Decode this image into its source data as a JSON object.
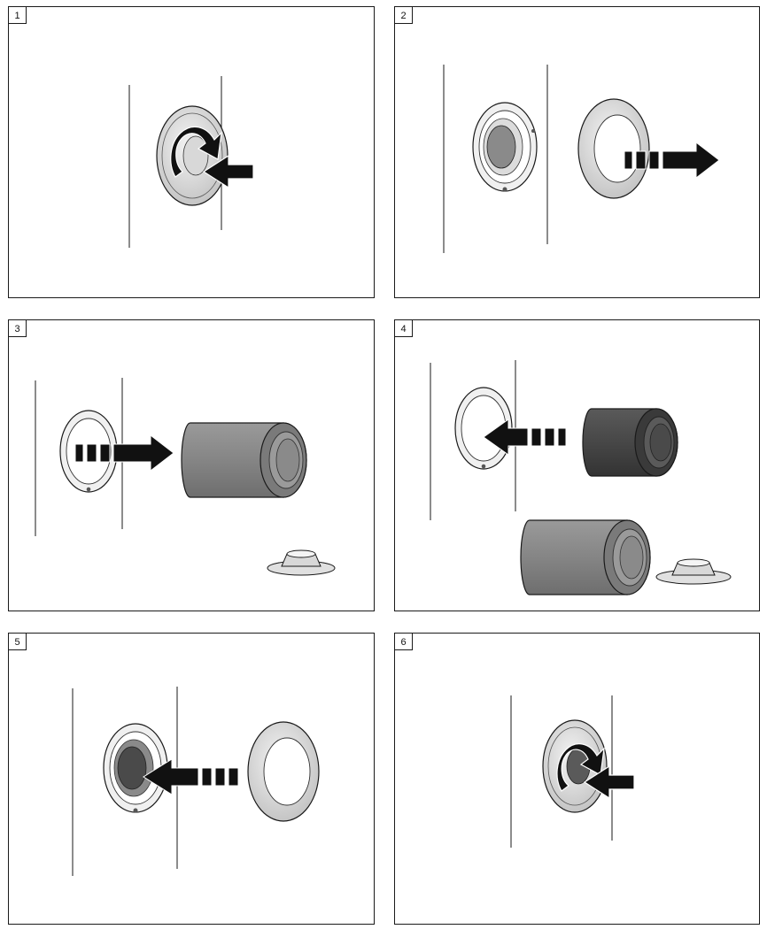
{
  "steps": [
    {
      "label": "1"
    },
    {
      "label": "2"
    },
    {
      "label": "3"
    },
    {
      "label": "4"
    },
    {
      "label": "5"
    },
    {
      "label": "6"
    }
  ],
  "colors": {
    "line": "#1a1a1a",
    "ring_light": "#e3e3e3",
    "ring_mid": "#bdbdbd",
    "filter_grey": "#8a8a8a",
    "filter_dark": "#4a4a4a",
    "arrow": "#111111"
  }
}
